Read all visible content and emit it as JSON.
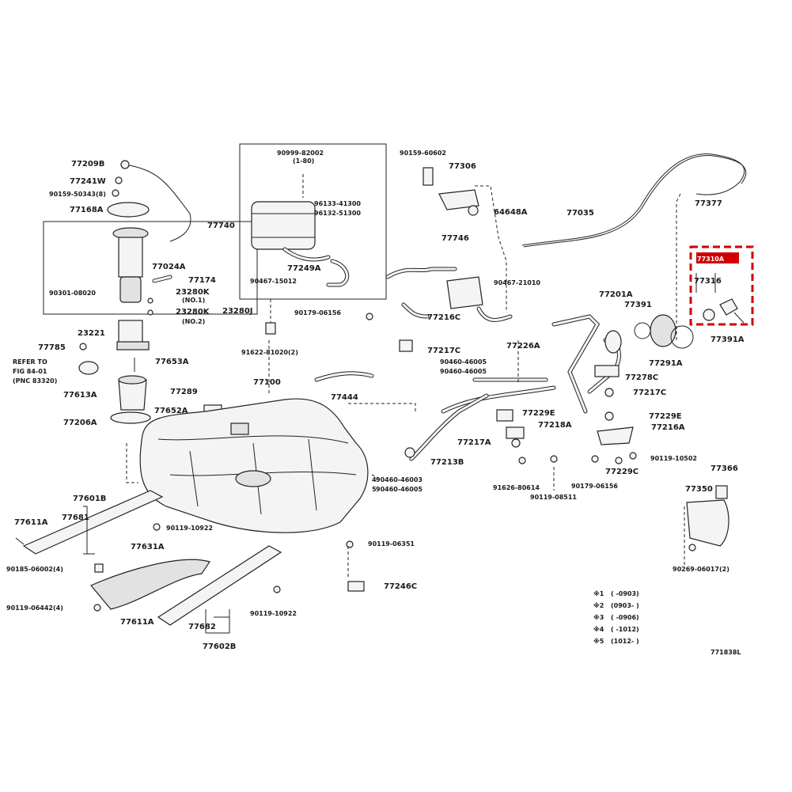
{
  "labels": {
    "l77209B": "77209B",
    "l77241W": "77241W",
    "l90159_50343": "90159-50343(8)",
    "l77168A": "77168A",
    "l77024A": "77024A",
    "l77174": "77174",
    "l90301": "90301-08020",
    "l23280K1": "23280K",
    "l23280K1n": "(NO.1)",
    "l23280K2": "23280K",
    "l23280K2n": "(NO.2)",
    "l23280J": "23280J",
    "l23221": "23221",
    "l77785": "77785",
    "refer1": "REFER TO",
    "refer2": "FIG 84-01",
    "refer3": "(PNC 83320)",
    "l77653A": "77653A",
    "l77613A": "77613A",
    "l77289": "77289",
    "l77652A": "77652A",
    "l77206A": "77206A",
    "l90999": "90999-82002",
    "l90999n": "(1-80)",
    "l96133": "96133-41300",
    "l96132": "96132-51300",
    "l77740": "77740",
    "l77249A": "77249A",
    "l90467_15012": "90467-15012",
    "l90179_06156a": "90179-06156",
    "l91622": "91622-81020(2)",
    "l90159_60602": "90159-60602",
    "l77306": "77306",
    "l64648A": "64648A",
    "l77746": "77746",
    "l90467_21010": "90467-21010",
    "l77216C": "77216C",
    "l77217C": "77217C",
    "l77035": "77035",
    "l77377": "77377",
    "l77310A": "77310A",
    "l77316": "77316",
    "l77201A": "77201A",
    "l77391": "77391",
    "l77391A": "77391A",
    "l77291A": "77291A",
    "l77226A": "77226A",
    "l90460_46005a": "90460-46005",
    "l90460_46005b": "90460-46005",
    "l77278C": "77278C",
    "l77217C2": "77217C",
    "l77100": "77100",
    "l77444": "77444",
    "l77229E": "77229E",
    "l77218A": "77218A",
    "l77229E2": "77229E",
    "l77216A": "77216A",
    "l77217A": "77217A",
    "l77213B": "77213B",
    "l90460_46003": "90460-46003",
    "l90460_46005c": "90460-46005",
    "l91626": "91626-80614",
    "l90119_08511": "90119-08511",
    "l90179_06156b": "90179-06156",
    "l77229C": "77229C",
    "l90119_10502": "90119-10502",
    "l77366": "77366",
    "l77350": "77350",
    "l90269": "90269-06017(2)",
    "l77601B": "77601B",
    "l77681": "77681",
    "l77611A1": "77611A",
    "l90119_10922a": "90119-10922",
    "l77631A": "77631A",
    "l90185": "90185-06002(4)",
    "l90119_06442": "90119-06442(4)",
    "l77611A2": "77611A",
    "l77682": "77682",
    "l77602B": "77602B",
    "l90119_10922b": "90119-10922",
    "l90119_06351": "90119-06351",
    "l77246C": "77246C",
    "n4": "4",
    "n5": "5"
  },
  "legend": {
    "items": [
      {
        "mark": "※1",
        "text": "( -0903)"
      },
      {
        "mark": "※2",
        "text": "(0903- )"
      },
      {
        "mark": "※3",
        "text": "( -0906)"
      },
      {
        "mark": "※4",
        "text": "( -1012)"
      },
      {
        "mark": "※5",
        "text": "(1012- )"
      }
    ]
  },
  "diagram_id": "771838L",
  "highlight_color": "#d00000"
}
